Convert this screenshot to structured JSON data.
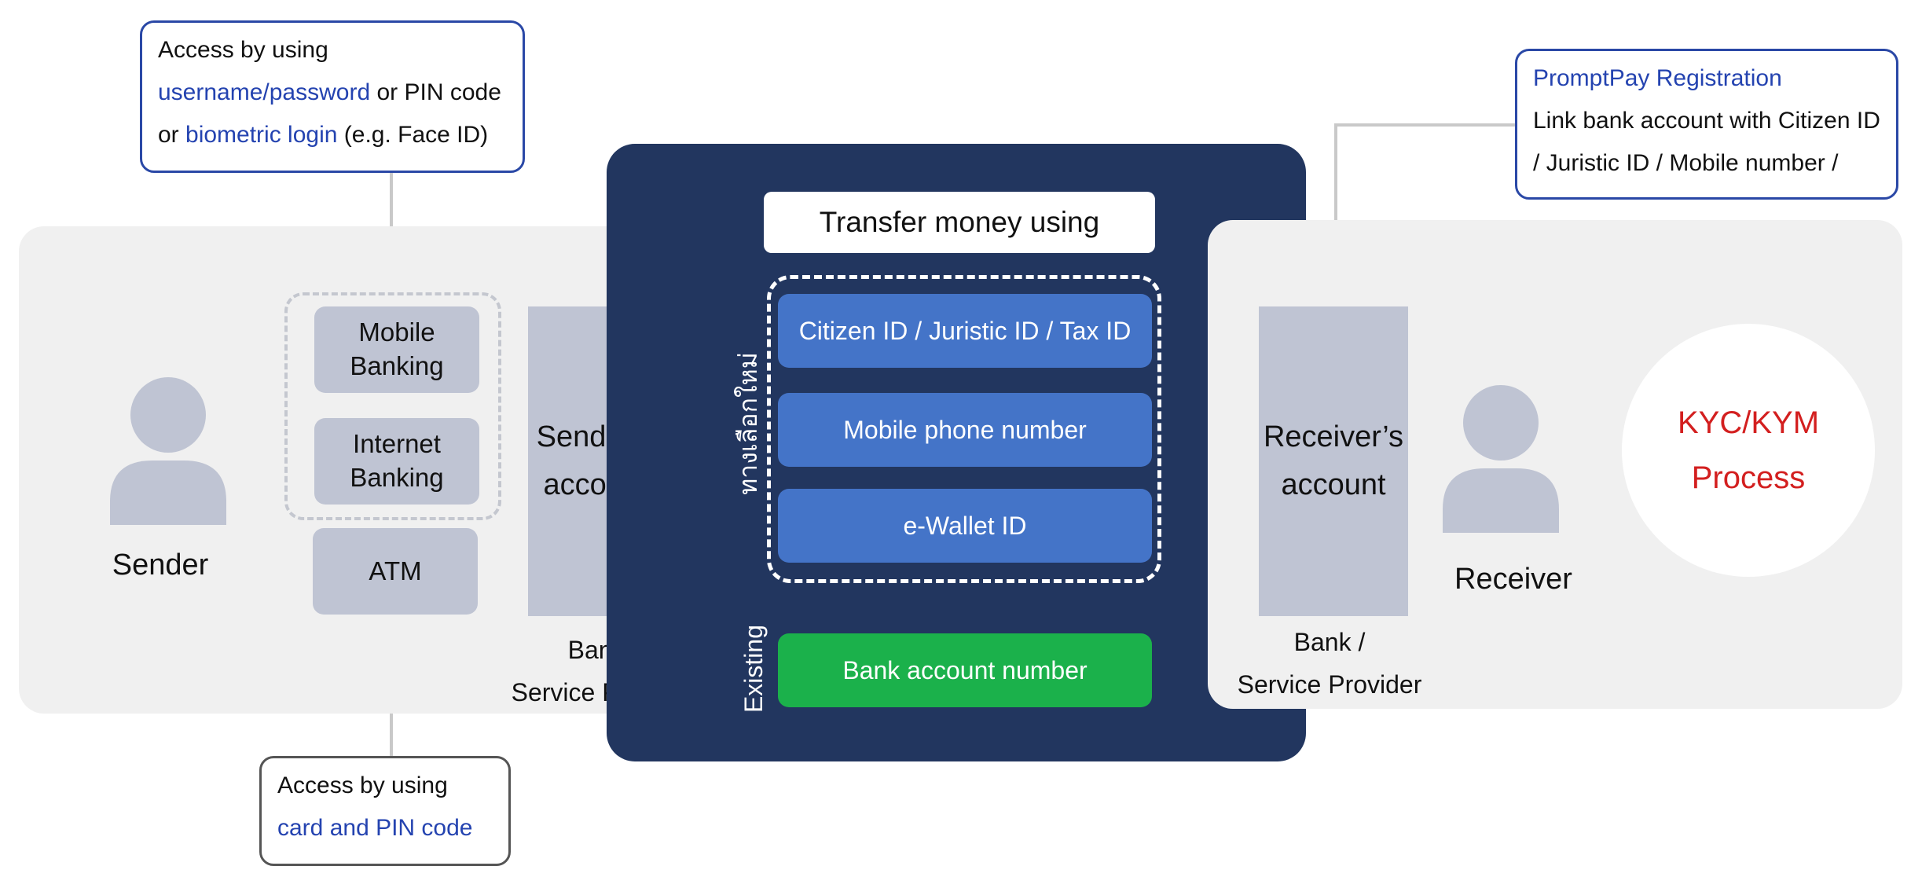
{
  "sender": {
    "label": "Sender",
    "channels": {
      "mobile_banking": "Mobile Banking",
      "internet_banking": "Internet Banking",
      "atm": "ATM"
    },
    "account_line1": "Sender’s",
    "account_line2": "account",
    "provider_line1": "Bank /",
    "provider_line2": "Service Provider"
  },
  "callout_top_left": {
    "line1": "Access by using",
    "line2_link": "username/password",
    "line2_rest": " or PIN code",
    "line3_pre": "or ",
    "line3_link": "biometric login",
    "line3_rest": " (e.g. Face ID)"
  },
  "callout_bottom_left": {
    "line1": "Access by using",
    "line2_link": "card and PIN code"
  },
  "center": {
    "title": "Transfer money using",
    "new_option_label": "ทางเลือกใหม่",
    "existing_label": "Existing",
    "methods_new": [
      "Citizen ID / Juristic ID / Tax ID",
      "Mobile phone number",
      "e-Wallet  ID"
    ],
    "method_existing": "Bank account number"
  },
  "receiver": {
    "label": "Receiver",
    "account_line1": "Receiver’s",
    "account_line2": "account",
    "provider_line1": "Bank /",
    "provider_line2": "Service Provider",
    "kyc_line1": "KYC/KYM",
    "kyc_line2": "Process"
  },
  "callout_top_right": {
    "title": "PromptPay Registration",
    "line2": "Link bank account with Citizen ID",
    "line3": "/ Juristic ID / Mobile number /"
  },
  "colors": {
    "navy_panel": "#22365f",
    "method_blue": "#4474c8",
    "method_green": "#1bb14b",
    "bank_box_grey": "#bfc4d3",
    "kyc_red": "#d31f1f",
    "link_blue": "#2443b0"
  }
}
